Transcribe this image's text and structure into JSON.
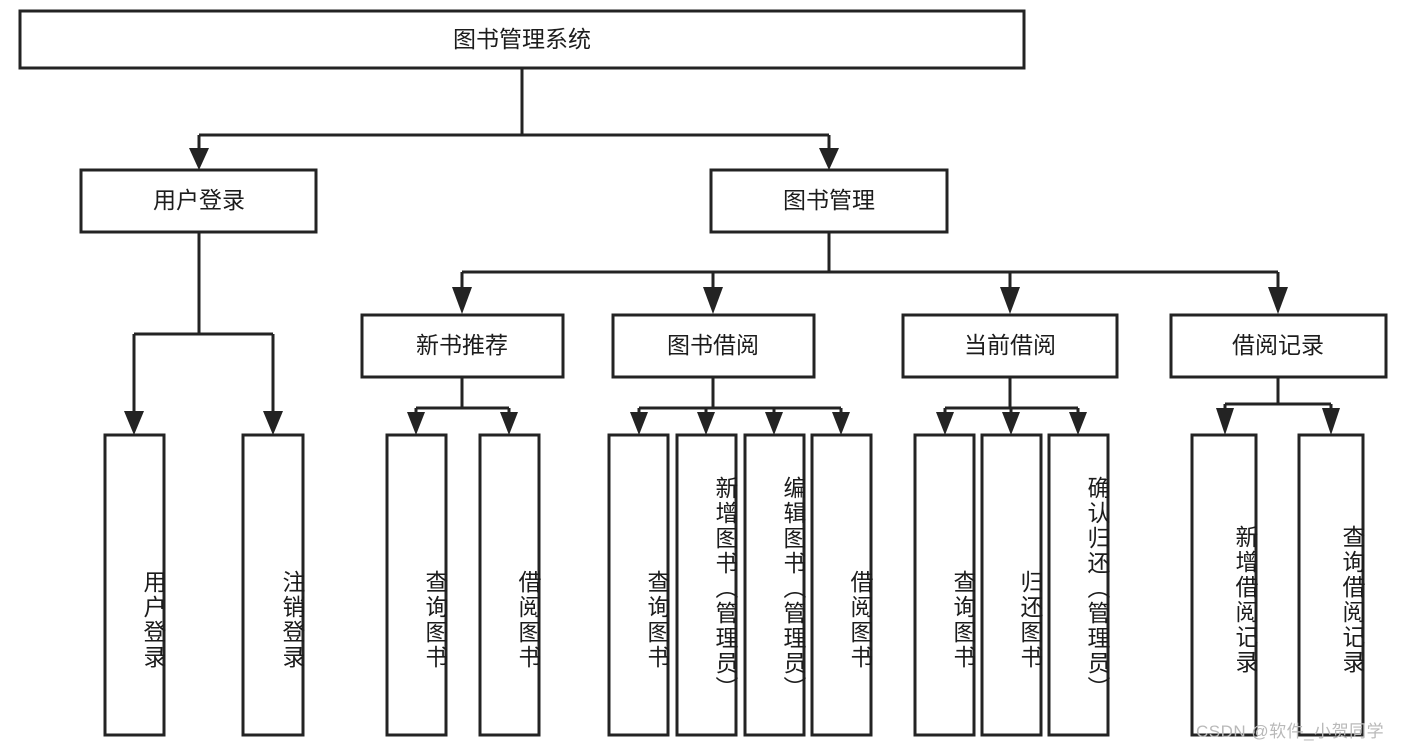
{
  "diagram": {
    "title": "图书管理系统",
    "type": "tree-hierarchy-diagram",
    "colors": {
      "stroke": "#232323",
      "fill": "#ffffff",
      "text": "#1c1c1c",
      "watermark": "#b9b9b9"
    },
    "root": {
      "label": "图书管理系统"
    },
    "level2": [
      {
        "label": "用户登录"
      },
      {
        "label": "图书管理"
      }
    ],
    "level3": [
      {
        "label": "新书推荐"
      },
      {
        "label": "图书借阅"
      },
      {
        "label": "当前借阅"
      },
      {
        "label": "借阅记录"
      }
    ],
    "leaves": {
      "user_login": [
        {
          "label": "用户登录"
        },
        {
          "label": "注销登录"
        }
      ],
      "new_book_recommend": [
        {
          "label": "查询图书"
        },
        {
          "label": "借阅图书"
        }
      ],
      "book_borrow": [
        {
          "label": "查询图书"
        },
        {
          "label": "新增图书（管理员）"
        },
        {
          "label": "编辑图书（管理员）"
        },
        {
          "label": "借阅图书"
        }
      ],
      "current_borrow": [
        {
          "label": "查询图书"
        },
        {
          "label": "归还图书"
        },
        {
          "label": "确认归还（管理员）"
        }
      ],
      "borrow_record": [
        {
          "label": "新增借阅记录"
        },
        {
          "label": "查询借阅记录"
        }
      ]
    }
  },
  "watermark": {
    "text": "CSDN @软件_小贺同学"
  }
}
